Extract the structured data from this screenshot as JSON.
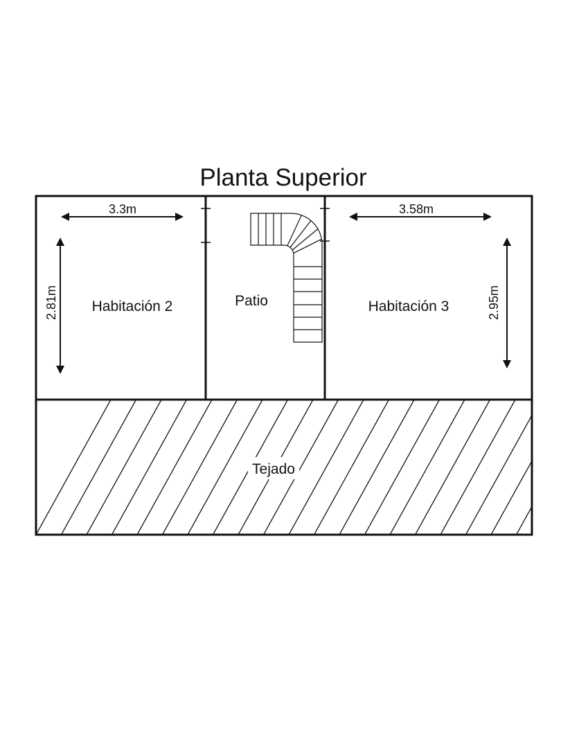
{
  "title": "Planta Superior",
  "rooms": {
    "habitacion_2": {
      "name": "Habitación 2",
      "width": "3.3m",
      "height": "2.81m"
    },
    "patio": {
      "name": "Patio"
    },
    "habitacion_3": {
      "name": "Habitación 3",
      "width": "3.58m",
      "height": "2.95m"
    },
    "tejado": {
      "name": "Tejado"
    }
  },
  "colors": {
    "ink": "#111111",
    "background": "#ffffff"
  }
}
